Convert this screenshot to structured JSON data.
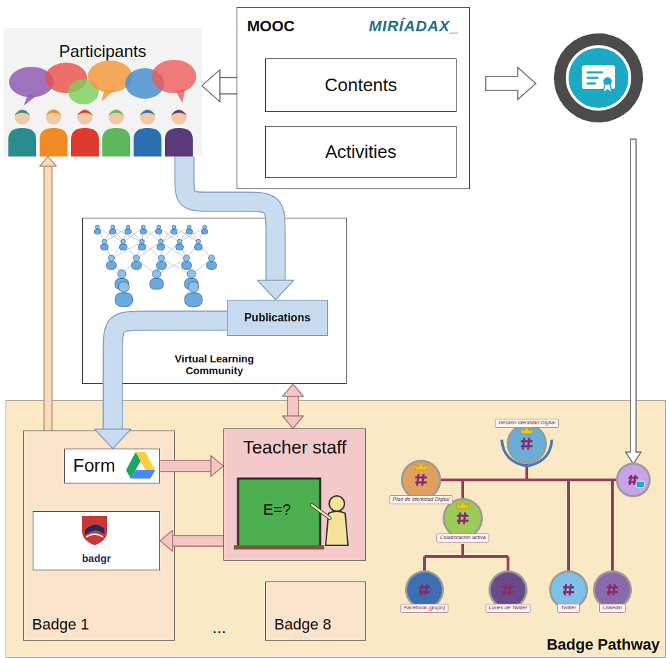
{
  "diagram": {
    "nodes": [
      {
        "text": [
          "Participants"
        ]
      },
      {
        "text": [
          "MOOC",
          "MIRÍADAX_"
        ]
      },
      {
        "text": [
          "Contents"
        ],
        "in": 1
      },
      {
        "text": [
          "Activities"
        ],
        "in": 1
      },
      {
        "text": [
          "Virtual Learning Community"
        ]
      },
      {
        "text": [
          "Publications"
        ],
        "in": 4
      },
      {
        "text": [
          "Badge Pathway"
        ]
      },
      {
        "text": [
          "Badge 1"
        ],
        "in": 6
      },
      {
        "text": [
          "Form"
        ],
        "in": 7
      },
      {
        "text": [
          "badgr"
        ],
        "in": 7
      },
      {
        "text": [
          "Teacher staff"
        ],
        "in": 6
      },
      {
        "text": [
          "Badge 8"
        ],
        "in": 6
      }
    ],
    "edges": [
      {
        "from": 1,
        "to": 0,
        "arrow": "to"
      },
      {
        "from": 0,
        "to": 5,
        "arrow": "to"
      },
      {
        "from": 5,
        "to": 8,
        "arrow": "to"
      },
      {
        "from": 4,
        "to": 10,
        "arrow": "both"
      },
      {
        "from": 8,
        "to": 10,
        "arrow": "to"
      },
      {
        "from": 10,
        "to": 9,
        "arrow": "to"
      },
      {
        "from": 7,
        "to": 0,
        "arrow": "to"
      }
    ],
    "labels": [
      "E=?",
      "...",
      "Gestión Identidad Digital",
      "Plan de Identidad Digital",
      "Colaboración activa",
      "Facebook (grupo)",
      "Lunes de Twitter",
      "Twitter",
      "Linkedin"
    ]
  }
}
